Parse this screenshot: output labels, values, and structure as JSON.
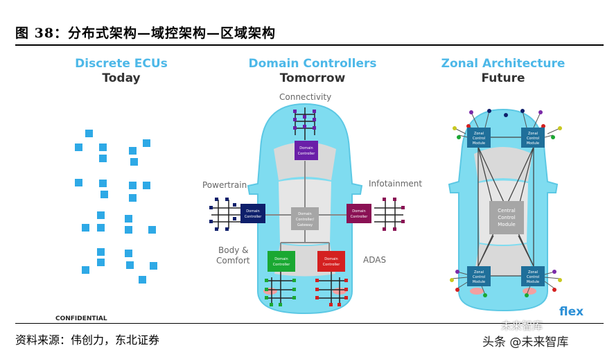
{
  "figure": {
    "title": "图 38：分布式架构—域控架构—区域架构",
    "source": "资料来源：伟创力，东北证券",
    "confidential": "CONFIDENTIAL",
    "logo": "flex",
    "watermark_top": "未来智库",
    "watermark_bottom": "头条 @未来智库"
  },
  "columns": [
    {
      "heading": "Discrete ECUs",
      "subheading": "Today"
    },
    {
      "heading": "Domain Controllers",
      "subheading": "Tomorrow"
    },
    {
      "heading": "Zonal Architecture",
      "subheading": "Future"
    }
  ],
  "domain": {
    "labels": {
      "connectivity": "Connectivity",
      "powertrain": "Powertrain",
      "infotainment": "Infotainment",
      "body_comfort_1": "Body &",
      "body_comfort_2": "Comfort",
      "adas": "ADAS"
    },
    "controller_label_1": "Domain",
    "controller_label_2": "Controller",
    "central_1": "Domain",
    "central_2": "Controller/",
    "central_3": "Gateway",
    "colors": {
      "connectivity": "#6a1fa8",
      "powertrain": "#0e1f6b",
      "infotainment": "#8a1154",
      "body": "#1aa832",
      "adas": "#d42020",
      "central": "#a6a6a6"
    }
  },
  "zonal": {
    "module_1": "Zonal",
    "module_2": "Control",
    "module_3": "Module",
    "central_1": "Central",
    "central_2": "Control",
    "central_3": "Module",
    "colors": {
      "zonal": "#1f6f9a",
      "central": "#a6a6a6"
    }
  },
  "colors": {
    "accent": "#4db8e8",
    "car_body": "#7fdcf0",
    "ecu": "#2ea9e6"
  }
}
